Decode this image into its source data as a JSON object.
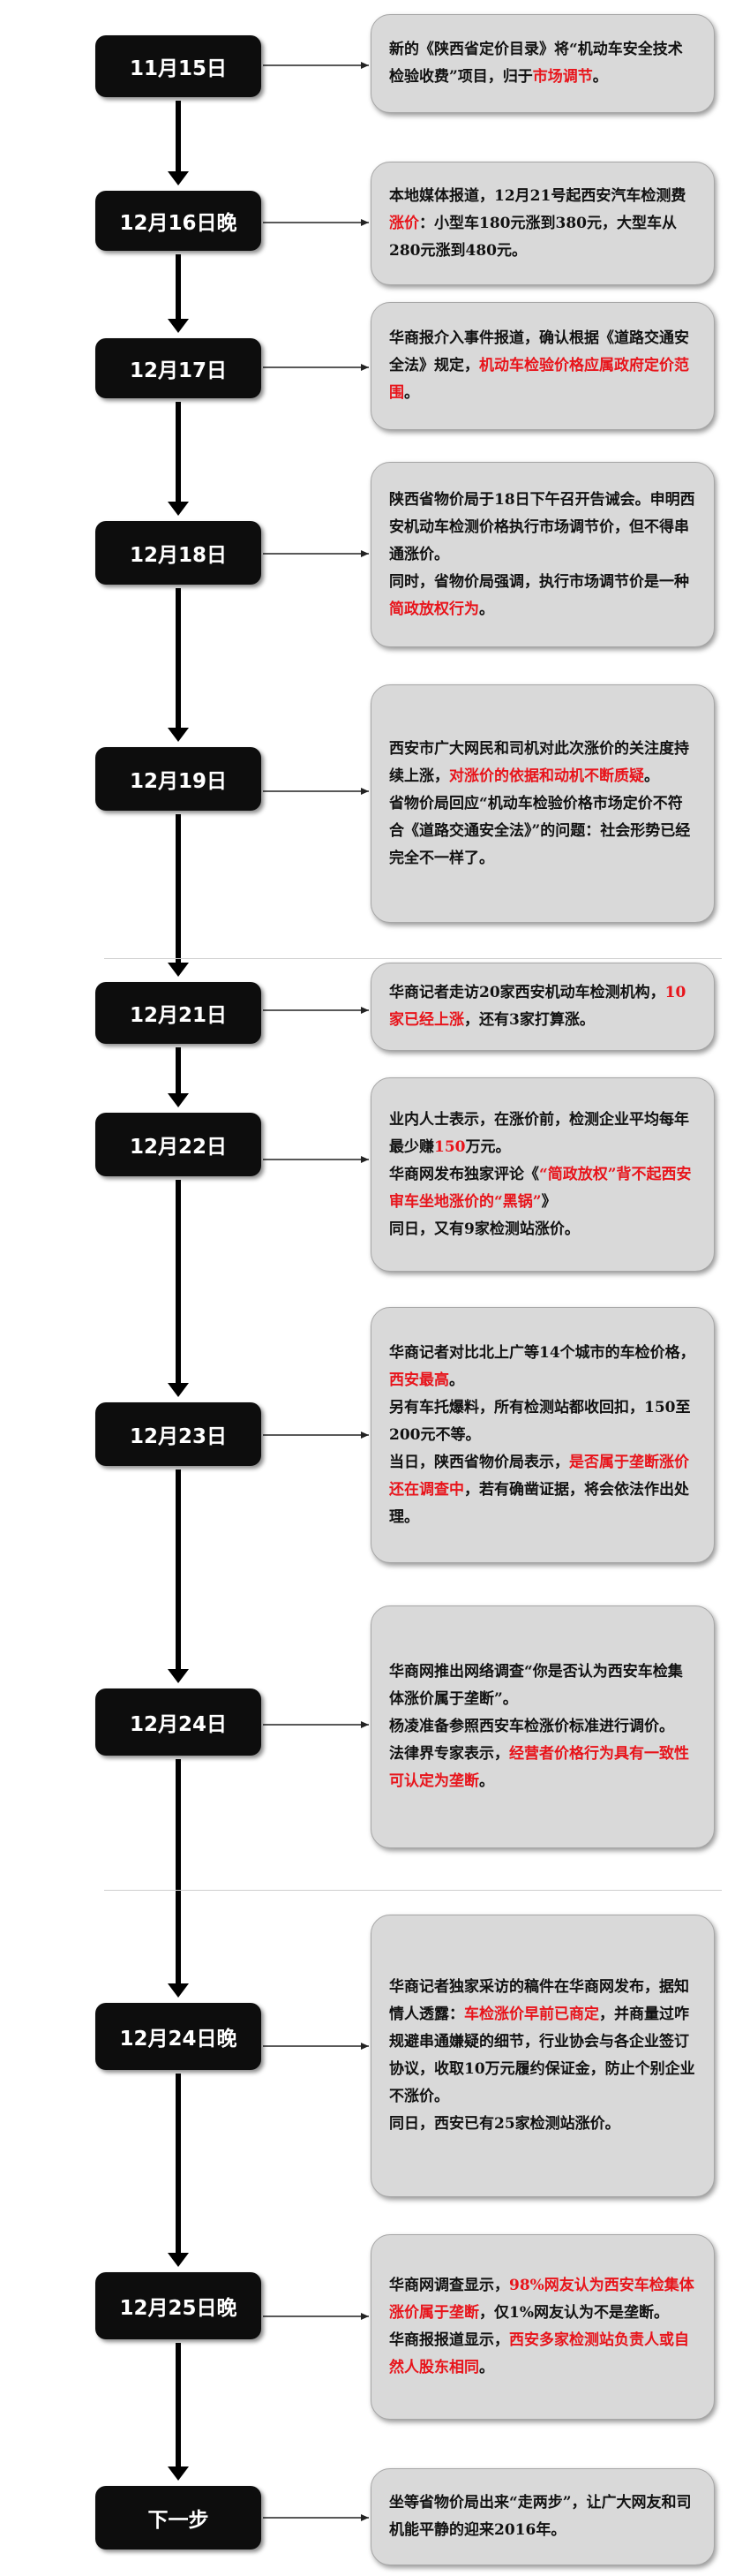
{
  "accent_color": "#e8141b",
  "events": [
    {
      "date": "11月15日",
      "paragraphs": [
        [
          {
            "t": "新的《陕西省定价目录》将“机动车安全技术检验收费”项目，归于"
          },
          {
            "t": "市场调节",
            "hl": true
          },
          {
            "t": "。"
          }
        ]
      ]
    },
    {
      "date": "12月16日晚",
      "paragraphs": [
        [
          {
            "t": "本地媒体报道，12月21号起西安汽车检测费"
          },
          {
            "t": "涨价",
            "hl": true
          },
          {
            "t": "：小型车180元涨到380元，大型车从280元涨到480元。"
          }
        ]
      ]
    },
    {
      "date": "12月17日",
      "paragraphs": [
        [
          {
            "t": "华商报介入事件报道，确认根据《道路交通安全法》规定，"
          },
          {
            "t": "机动车检验价格应属政府定价范围",
            "hl": true
          },
          {
            "t": "。"
          }
        ]
      ]
    },
    {
      "date": "12月18日",
      "paragraphs": [
        [
          {
            "t": "陕西省物价局于18日下午召开告诫会。申明西安机动车检测价格执行市场调节价，但不得串通涨价。"
          }
        ],
        [
          {
            "t": "同时，省物价局强调，执行市场调节价是一种"
          },
          {
            "t": "简政放权行为",
            "hl": true
          },
          {
            "t": "。"
          }
        ]
      ]
    },
    {
      "date": "12月19日",
      "paragraphs": [
        [
          {
            "t": "西安市广大网民和司机对此次涨价的关注度持续上涨，"
          },
          {
            "t": "对涨价的依据和动机不断质疑",
            "hl": true
          },
          {
            "t": "。"
          }
        ],
        [
          {
            "t": "省物价局回应“机动车检验价格市场定价不符合《道路交通安全法》”的问题：社会形势已经完全不一样了。"
          }
        ]
      ]
    },
    {
      "date": "12月21日",
      "paragraphs": [
        [
          {
            "t": "华商记者走访20家西安机动车检测机构，"
          },
          {
            "t": "10家已经上涨",
            "hl": true
          },
          {
            "t": "，还有3家打算涨。"
          }
        ]
      ]
    },
    {
      "date": "12月22日",
      "paragraphs": [
        [
          {
            "t": "业内人士表示，在涨价前，检测企业平均每年最少赚"
          },
          {
            "t": "150",
            "hl": true
          },
          {
            "t": "万元。"
          }
        ],
        [
          {
            "t": "华商网发布独家评论《"
          },
          {
            "t": "“简政放权”背不起西安审车坐地涨价的“黑锅”",
            "hl": true
          },
          {
            "t": "》"
          }
        ],
        [
          {
            "t": "同日，又有9家检测站涨价。"
          }
        ]
      ]
    },
    {
      "date": "12月23日",
      "paragraphs": [
        [
          {
            "t": "华商记者对比北上广等14个城市的车检价格，"
          },
          {
            "t": "西安最高",
            "hl": true
          },
          {
            "t": "。"
          }
        ],
        [
          {
            "t": "另有车托爆料，所有检测站都收回扣，150至200元不等。"
          }
        ],
        [
          {
            "t": "当日，陕西省物价局表示，"
          },
          {
            "t": "是否属于垄断涨价还在调查中",
            "hl": true
          },
          {
            "t": "，若有确凿证据，将会依法作出处理。"
          }
        ]
      ]
    },
    {
      "date": "12月24日",
      "paragraphs": [
        [
          {
            "t": "华商网推出网络调查“你是否认为西安车检集体涨价属于垄断”。"
          }
        ],
        [
          {
            "t": "杨凌准备参照西安车检涨价标准进行调价。"
          }
        ],
        [
          {
            "t": "法律界专家表示，"
          },
          {
            "t": "经营者价格行为具有一致性可认定为垄断",
            "hl": true
          },
          {
            "t": "。"
          }
        ]
      ]
    },
    {
      "date": "12月24日晚",
      "paragraphs": [
        [
          {
            "t": "华商记者独家采访的稿件在华商网发布，据知情人透露："
          },
          {
            "t": "车检涨价早前已商定",
            "hl": true
          },
          {
            "t": "，并商量过咋规避串通嫌疑的细节，行业协会与各企业签订协议，收取10万元履约保证金，防止个别企业不涨价。"
          }
        ],
        [
          {
            "t": "同日，西安已有25家检测站涨价。"
          }
        ]
      ]
    },
    {
      "date": "12月25日晚",
      "paragraphs": [
        [
          {
            "t": "华商网调查显示，"
          },
          {
            "t": "98%网友认为西安车检集体涨价属于垄断",
            "hl": true
          },
          {
            "t": "，仅1%网友认为不是垄断。"
          }
        ],
        [
          {
            "t": "华商报报道显示，"
          },
          {
            "t": "西安多家检测站负责人或自然人股东相同",
            "hl": true
          },
          {
            "t": "。"
          }
        ]
      ]
    },
    {
      "date": "下一步",
      "paragraphs": [
        [
          {
            "t": "坐等省物价局出来“走两步”，让广大网友和司机能平静的迎来2016年。"
          }
        ]
      ]
    }
  ]
}
